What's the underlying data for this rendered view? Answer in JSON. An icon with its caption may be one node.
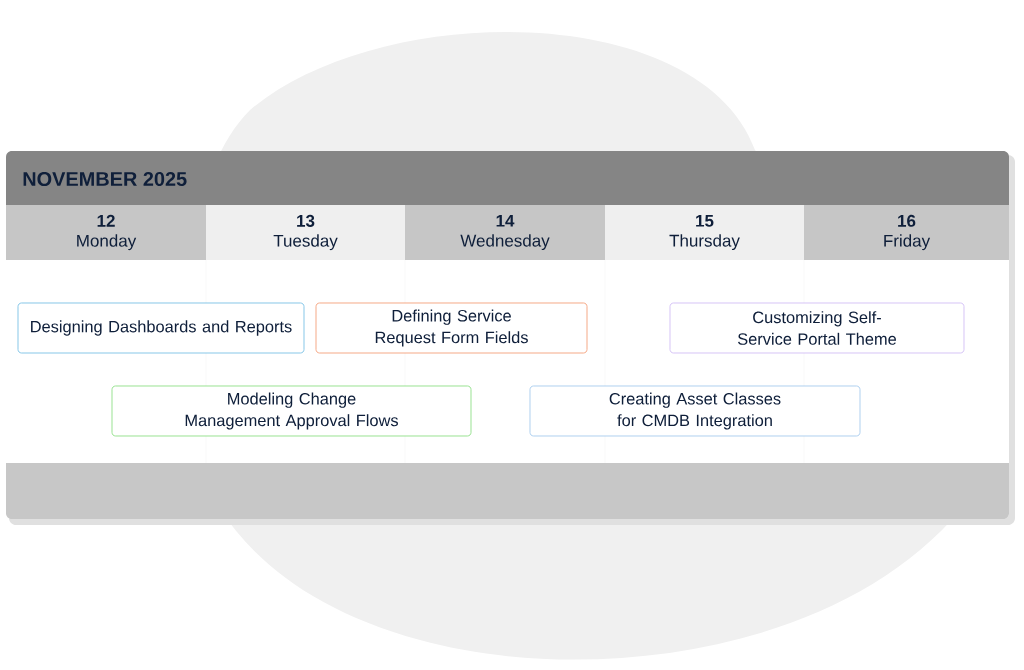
{
  "diagram": {
    "title": "NOVEMBER 2025",
    "nodes": [
      {
        "text": [
          "12",
          "Monday"
        ]
      },
      {
        "text": [
          "13",
          "Tuesday"
        ]
      },
      {
        "text": [
          "14",
          "Wednesday"
        ]
      },
      {
        "text": [
          "15",
          "Thursday"
        ]
      },
      {
        "text": [
          "16",
          "Friday"
        ]
      },
      {
        "text": [
          "Designing Dashboards and Reports"
        ]
      },
      {
        "text": [
          "Defining Service Request Form Fields"
        ]
      },
      {
        "text": [
          "Customizing Self-Service Portal Theme"
        ]
      },
      {
        "text": [
          "Modeling Change Management Approval Flows"
        ]
      },
      {
        "text": [
          "Creating Asset Classes for CMDB Integration"
        ]
      }
    ]
  }
}
